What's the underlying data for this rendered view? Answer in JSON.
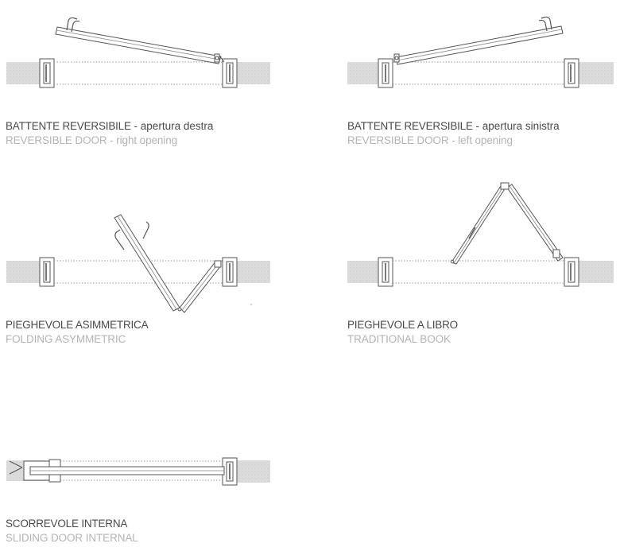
{
  "items": [
    {
      "title_it": "BATTENTE REVERSIBILE",
      "detail_it": " - apertura destra",
      "title_en": "REVERSIBLE DOOR",
      "detail_en": " - right opening"
    },
    {
      "title_it": "BATTENTE REVERSIBILE",
      "detail_it": " - apertura sinistra",
      "title_en": "REVERSIBLE DOOR",
      "detail_en": " - left opening"
    },
    {
      "title_it": "PIEGHEVOLE ASIMMETRICA",
      "detail_it": "",
      "title_en": "FOLDING ASYMMETRIC",
      "detail_en": ""
    },
    {
      "title_it": "PIEGHEVOLE A LIBRO",
      "detail_it": "",
      "title_en": "TRADITIONAL BOOK",
      "detail_en": ""
    },
    {
      "title_it": "SCORREVOLE INTERNA",
      "detail_it": "",
      "title_en": "SLIDING DOOR INTERNAL",
      "detail_en": ""
    }
  ],
  "colors": {
    "wall": "#d9d9d9",
    "line": "#555555",
    "dotted": "#9a9a9a"
  }
}
